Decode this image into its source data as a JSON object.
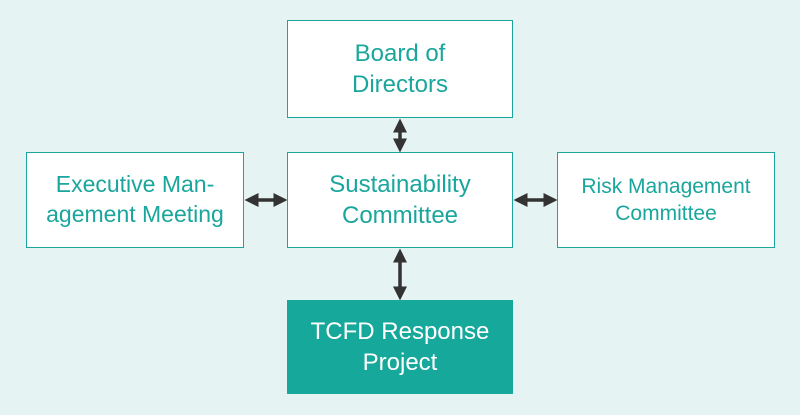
{
  "colors": {
    "background": "#e6f3f3",
    "box_border": "#1aa69c",
    "box_text": "#1aa69c",
    "highlight_fill": "#16a89b",
    "highlight_text": "#ffffff",
    "arrow": "#333333"
  },
  "nodes": {
    "board": {
      "line1": "Board of",
      "line2": "Directors"
    },
    "sustainability": {
      "line1": "Sustainability",
      "line2": "Committee"
    },
    "executive": {
      "line1": "Executive Man-",
      "line2": "agement Meeting"
    },
    "risk": {
      "line1": "Risk Management",
      "line2": "Committee"
    },
    "tcfd": {
      "line1": "TCFD Response",
      "line2": "Project"
    }
  },
  "connections": [
    {
      "from": "board",
      "to": "sustainability",
      "type": "bidirectional"
    },
    {
      "from": "executive",
      "to": "sustainability",
      "type": "bidirectional"
    },
    {
      "from": "sustainability",
      "to": "risk",
      "type": "bidirectional"
    },
    {
      "from": "sustainability",
      "to": "tcfd",
      "type": "bidirectional"
    }
  ]
}
